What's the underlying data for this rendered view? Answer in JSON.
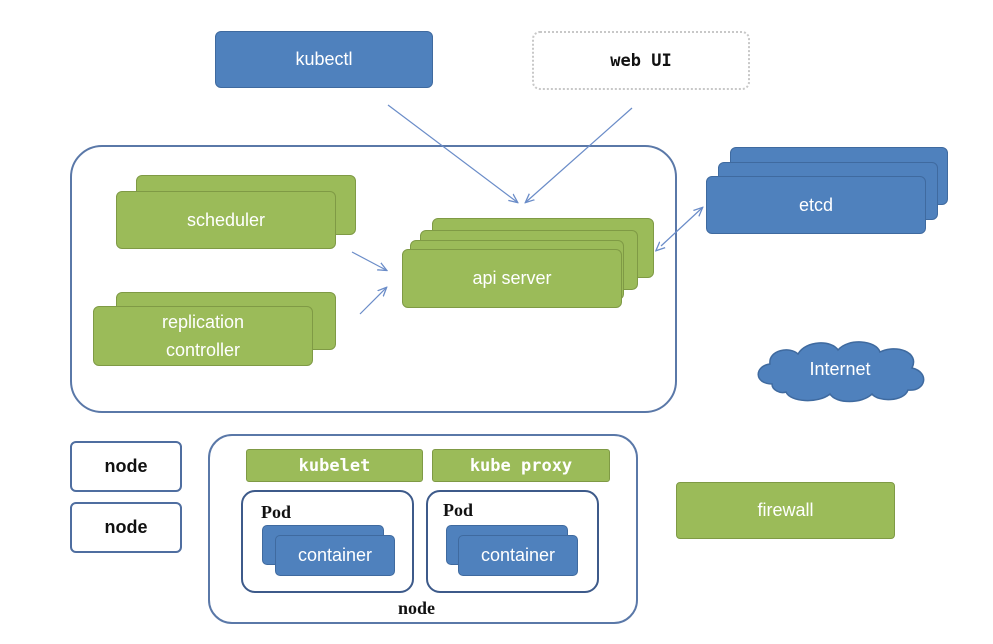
{
  "clients": {
    "kubectl": "kubectl",
    "web_ui": "web UI"
  },
  "master": {
    "scheduler": "scheduler",
    "replication_controller_line1": "replication",
    "replication_controller_line2": "controller",
    "api_server": "api server"
  },
  "etcd": "etcd",
  "internet": "Internet",
  "firewall": "firewall",
  "side_nodes": [
    "node",
    "node"
  ],
  "worker_node": {
    "kubelet": "kubelet",
    "kube_proxy": "kube proxy",
    "pods": [
      {
        "label": "Pod",
        "container": "container"
      },
      {
        "label": "Pod",
        "container": "container"
      }
    ],
    "label": "node"
  },
  "colors": {
    "blue": "#4f81bd",
    "green": "#9bbb59",
    "outline": "#5a78a8",
    "arrow": "#6a8cc8"
  }
}
